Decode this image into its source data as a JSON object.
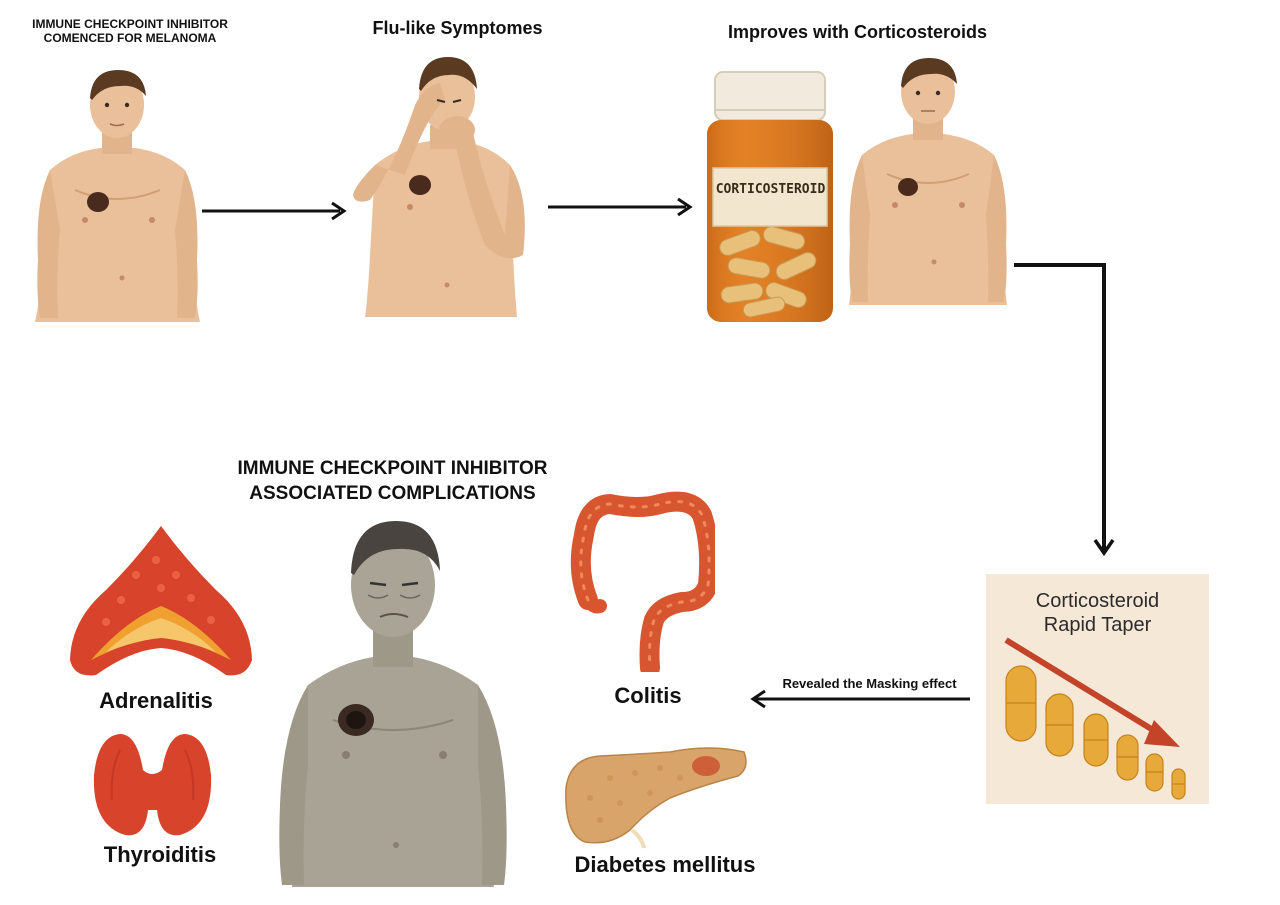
{
  "stages": {
    "start": {
      "label": "IMMUNE CHECKPOINT INHIBITOR COMENCED FOR MELANOMA"
    },
    "flu": {
      "label": "Flu-like Symptomes"
    },
    "improves": {
      "label": "Improves with Corticosteroids",
      "bottle_label": "CORTICOSTEROID"
    },
    "taper": {
      "line1": "Corticosteroid",
      "line2": "Rapid Taper"
    },
    "masking": {
      "label": "Revealed the Masking effect"
    }
  },
  "complications": {
    "title_line1": "IMMUNE CHECKPOINT INHIBITOR",
    "title_line2": "ASSOCIATED COMPLICATIONS",
    "adrenalitis": "Adrenalitis",
    "thyroiditis": "Thyroiditis",
    "colitis": "Colitis",
    "diabetes": "Diabetes mellitus"
  },
  "colors": {
    "skin": "#e9c09a",
    "skin_shadow": "#d9a57c",
    "hair": "#5a3b22",
    "mole": "#4a2a1c",
    "pill_bottle": "#e07a1f",
    "pill": "#e8c07a",
    "taper_bg": "#f6e8d7",
    "taper_arrow": "#c4442a",
    "taper_pill": "#e6a93a",
    "organ_red": "#d8432b",
    "pancreas": "#d9a46a",
    "sick_skin": "#a9a395"
  }
}
